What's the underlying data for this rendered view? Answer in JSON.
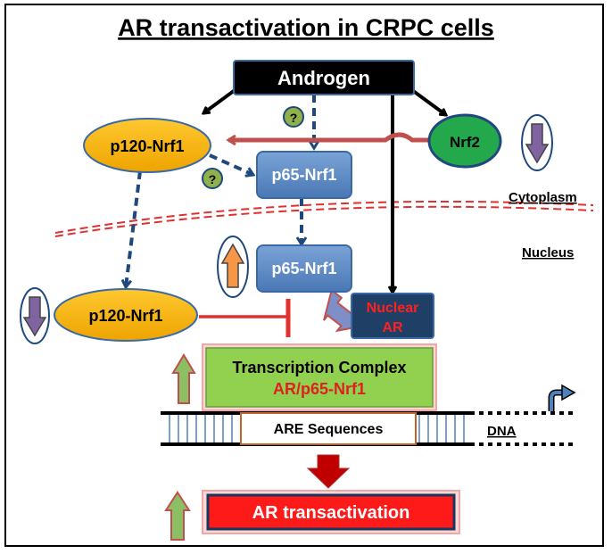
{
  "title": "AR transactivation in CRPC cells",
  "nodes": {
    "androgen": "Androgen",
    "p120_top": "p120-Nrf1",
    "p65_top": "p65-Nrf1",
    "nrf2": "Nrf2",
    "p65_nuc": "p65-Nrf1",
    "p120_nuc": "p120-Nrf1",
    "nuclear_ar_1": "Nuclear",
    "nuclear_ar_2": "AR",
    "complex_line1": "Transcription Complex",
    "complex_line2": "AR/p65-Nrf1",
    "are": "ARE  Sequences",
    "transactivation": "AR transactivation"
  },
  "labels": {
    "cytoplasm": "Cytoplasm",
    "nucleus": "Nucleus",
    "dna": "DNA",
    "unknown_1": "?",
    "unknown_2": "?"
  },
  "colors": {
    "black": "#000000",
    "blue_dash": "#1f497d",
    "box_blue": "#5b8ac6",
    "ar_navy": "#1f3f66",
    "p120_yellow": "#f5b400",
    "nrf2_green": "#23a94b",
    "inhibit_red": "#c0504d",
    "complex_green": "#92d050",
    "trans_red": "#ff1a1a",
    "up_arrow_fill": "#8cbf63",
    "down_arrow_fill": "#8064a2",
    "orange_up": "#f79646"
  }
}
